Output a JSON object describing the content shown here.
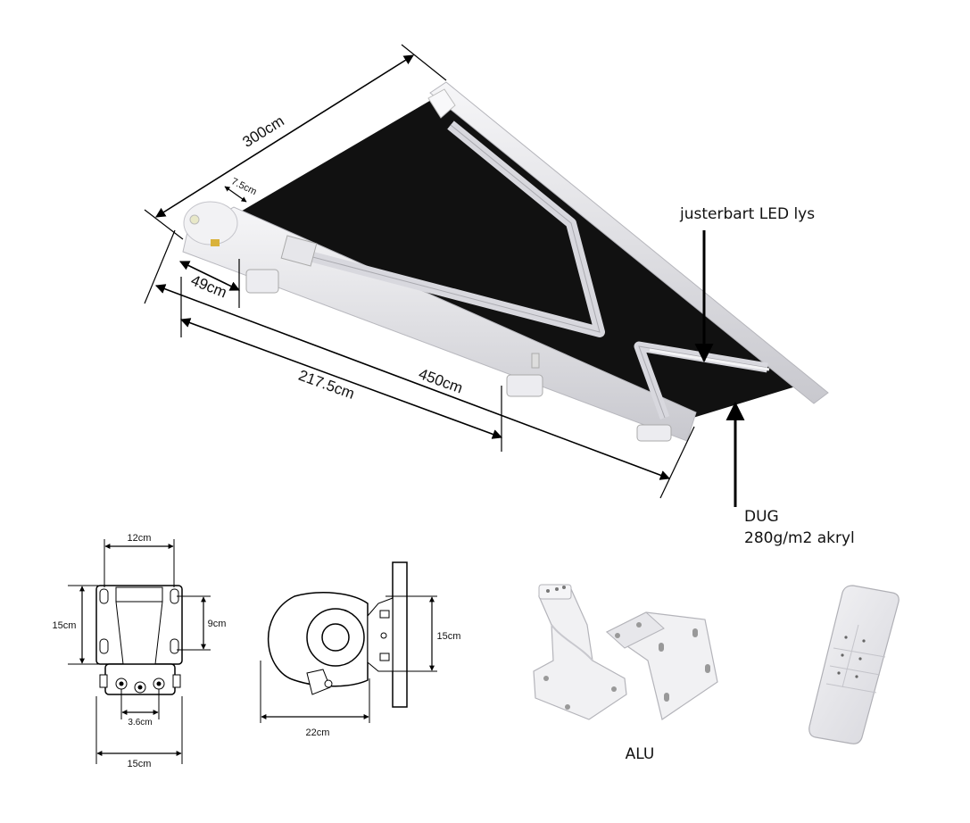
{
  "awning": {
    "dimensions": {
      "projection": "300cm",
      "box_depth": "7.5cm",
      "bracket_offset": "49cm",
      "bracket_spacing": "217.5cm",
      "width": "450cm"
    },
    "callouts": {
      "led": "justerbart LED lys",
      "fabric_title": "DUG",
      "fabric_spec": "280g/m2 akryl"
    }
  },
  "bracket_front": {
    "width_top": "12cm",
    "height": "15cm",
    "hole_spacing": "9cm",
    "bolt_spacing": "3.6cm",
    "width_bottom": "15cm"
  },
  "bracket_side": {
    "depth": "22cm",
    "height": "15cm"
  },
  "products": {
    "bracket_material": "ALU"
  },
  "colors": {
    "fabric": "#111111",
    "frame": "#e9e9ec",
    "frame_shade": "#c9c9cf",
    "line": "#000000"
  },
  "icons": [
    "remote-control-icon",
    "wall-bracket-icon"
  ]
}
